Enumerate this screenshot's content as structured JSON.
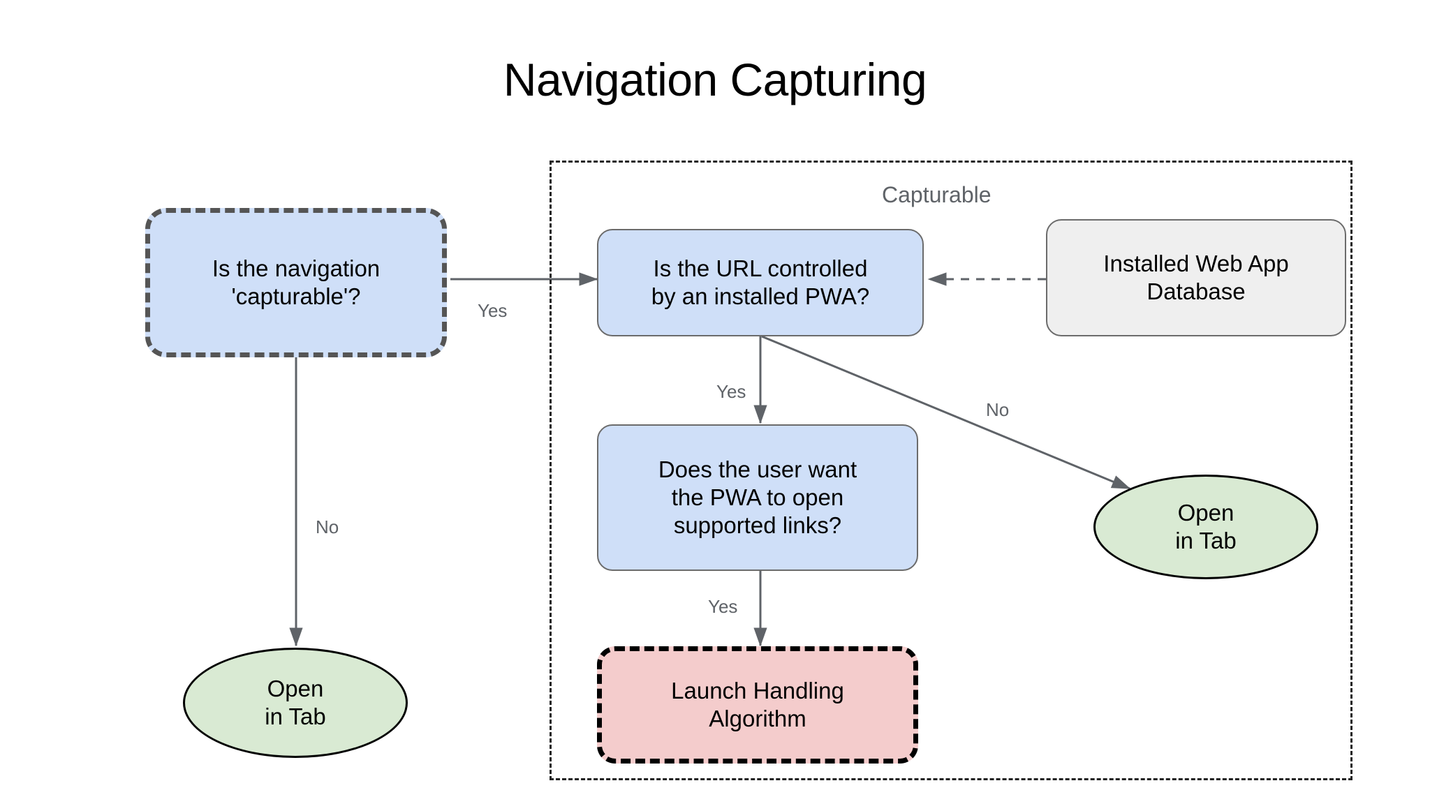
{
  "title": "Navigation Capturing",
  "group": {
    "label": "Capturable"
  },
  "nodes": {
    "is_capturable": "Is the navigation\n'capturable'?",
    "url_controlled": "Is the URL controlled\nby an installed PWA?",
    "installed_db": "Installed Web App\nDatabase",
    "user_want": "Does the user want\nthe PWA to open\nsupported links?",
    "launch_handling": "Launch Handling\nAlgorithm",
    "open_in_tab_left": "Open\nin Tab",
    "open_in_tab_right": "Open\nin Tab"
  },
  "edge_labels": {
    "capturable_yes": "Yes",
    "capturable_no": "No",
    "url_yes": "Yes",
    "url_no": "No",
    "user_want_yes": "Yes"
  },
  "colors": {
    "blue_fill": "#cfdff8",
    "green_fill": "#d9ead3",
    "pink_fill": "#f4cccc",
    "gray_fill": "#efefef",
    "edge_stroke": "#5f6368",
    "dashed_border": "#222222"
  }
}
